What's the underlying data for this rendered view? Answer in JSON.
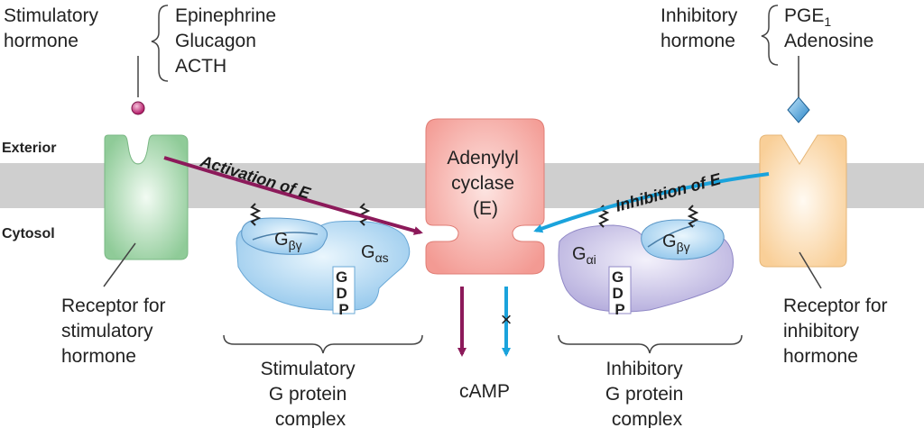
{
  "regions": {
    "exterior": "Exterior",
    "cytosol": "Cytosol"
  },
  "stimulatory": {
    "hormone_label_line1": "Stimulatory",
    "hormone_label_line2": "hormone",
    "hormones": [
      "Epinephrine",
      "Glucagon",
      "ACTH"
    ],
    "receptor_label": [
      "Receptor for",
      "stimulatory",
      "hormone"
    ],
    "complex_label": [
      "Stimulatory",
      "G protein",
      "complex"
    ],
    "arrow_label": "Activation of E",
    "g_beta_gamma": "G",
    "g_beta_gamma_sub": "βγ",
    "g_alpha": "G",
    "g_alpha_sub": "αs",
    "gdp": [
      "G",
      "D",
      "P"
    ]
  },
  "inhibitory": {
    "hormone_label_line1": "Inhibitory",
    "hormone_label_line2": "hormone",
    "hormones_main": [
      "PGE",
      "Adenosine"
    ],
    "pge_sub": "1",
    "receptor_label": [
      "Receptor for",
      "inhibitory",
      "hormone"
    ],
    "complex_label": [
      "Inhibitory",
      "G protein",
      "complex"
    ],
    "arrow_label": "Inhibition of E",
    "g_beta_gamma": "G",
    "g_beta_gamma_sub": "βγ",
    "g_alpha": "G",
    "g_alpha_sub": "αi",
    "gdp": [
      "G",
      "D",
      "P"
    ]
  },
  "enzyme": {
    "label": [
      "Adenylyl",
      "cyclase",
      "(E)"
    ],
    "product": "cAMP",
    "block_mark": "×"
  },
  "colors": {
    "membrane": "#cfcfcf",
    "stim_arrow": "#8c1a5a",
    "inhib_arrow": "#1aa3dc",
    "stim_receptor": "#9fd3a6",
    "inhib_receptor": "#fcdcae",
    "enzyme": "#f5a29c",
    "stim_g": "#a9d3f0",
    "inhib_g": "#c3bde3",
    "stim_hormone": "#b51e6a",
    "inhib_hormone": "#2a86c8"
  }
}
